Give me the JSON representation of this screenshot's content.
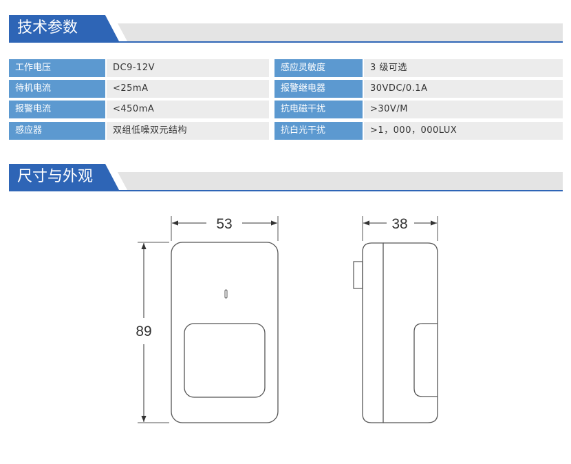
{
  "tech_section": {
    "title": "技术参数"
  },
  "specs": [
    {
      "label1": "工作电压",
      "value1": "DC9-12V",
      "label2": "感应灵敏度",
      "value2": "3 级可选"
    },
    {
      "label1": "待机电流",
      "value1": "<25mA",
      "label2": "报警继电器",
      "value2": "30VDC/0.1A"
    },
    {
      "label1": "报警电流",
      "value1": "<450mA",
      "label2": "抗电磁干扰",
      "value2": ">30V/M"
    },
    {
      "label1": "感应器",
      "value1": "双组低噪双元结构",
      "label2": "抗白光干扰",
      "value2": ">1，000，000LUX"
    }
  ],
  "size_section": {
    "title": "尺寸与外观"
  },
  "dimensions": {
    "width": "53",
    "height": "89",
    "depth": "38"
  },
  "colors": {
    "header_blue": "#2e65b6",
    "label_blue": "#5c99d0",
    "value_gray": "#ececec"
  }
}
